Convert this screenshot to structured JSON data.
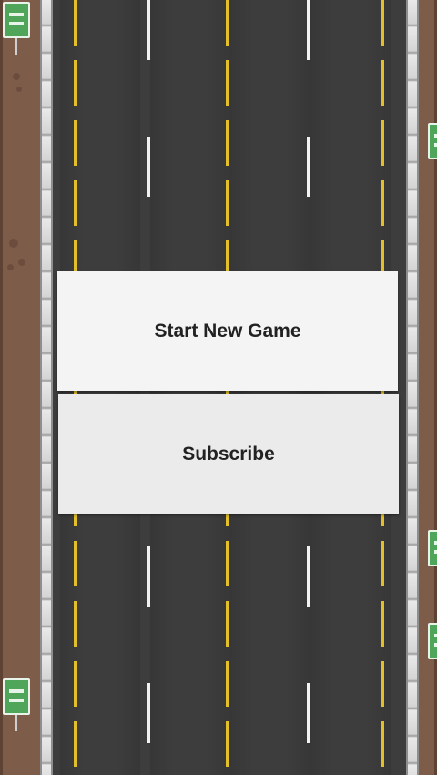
{
  "menu": {
    "start_label": "Start New Game",
    "subscribe_label": "Subscribe"
  },
  "colors": {
    "asphalt": "#3d3d3d",
    "lane_yellow": "#e3c02a",
    "lane_white": "#f2f2f2",
    "dirt": "#7d5c4a",
    "sign_green": "#4fa65a",
    "button_bg": "#f4f4f4",
    "button_text": "#222222"
  },
  "icons": [
    "roadside-sign-icon",
    "guard-rail"
  ]
}
